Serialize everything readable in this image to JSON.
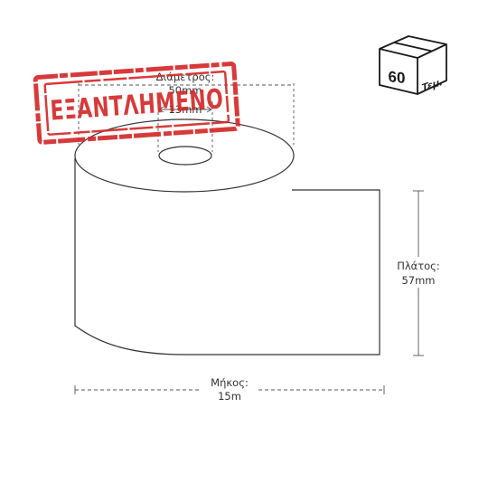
{
  "product": {
    "stamp": "ΕΞΑΝΤΛΗΜΕΝΟ",
    "stamp_color": "#d42a2a",
    "box_icon": "cardboard-box-icon",
    "pack_count": "60",
    "pack_unit": "Τεμ."
  },
  "dimensions": {
    "diameter_label": "Διάμετρος:",
    "diameter_value": "50mm",
    "core_value": "13mm",
    "width_label": "Πλάτος:",
    "width_value": "57mm",
    "length_label": "Μήκος:",
    "length_value": "15m"
  }
}
